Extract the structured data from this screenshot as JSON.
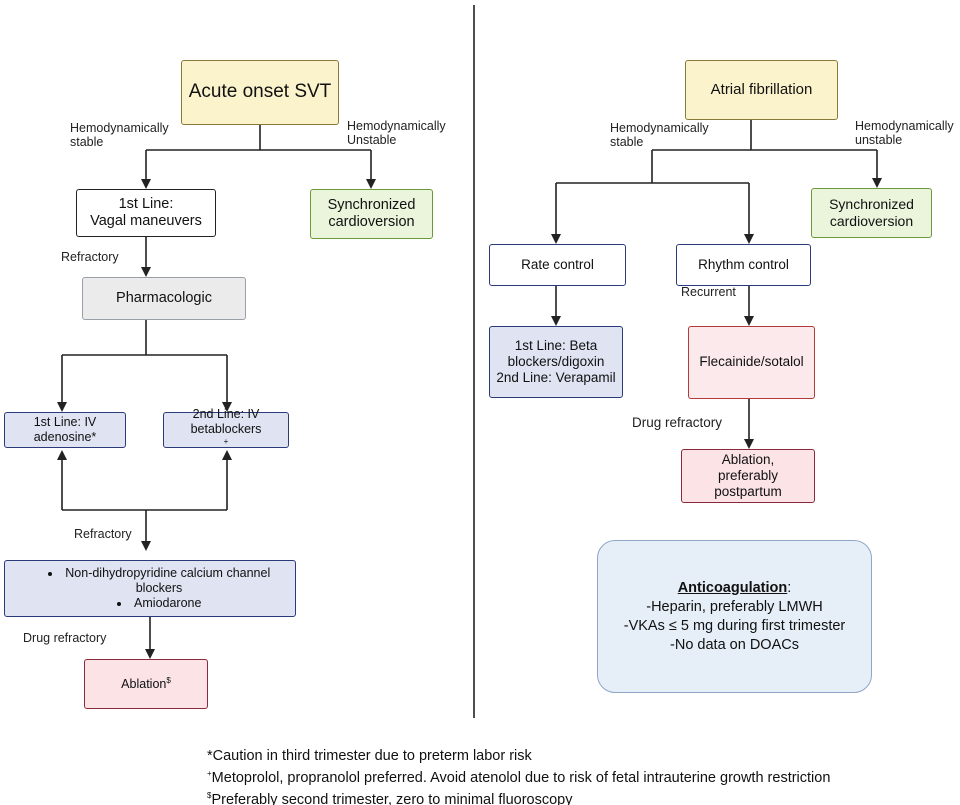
{
  "left": {
    "acute_svt": "Acute onset SVT",
    "hemo_stable": [
      "Hemodynamically",
      "stable"
    ],
    "hemo_unstable": [
      "Hemodynamically",
      "Unstable"
    ],
    "first_line": [
      "1st Line:",
      "Vagal maneuvers"
    ],
    "sync_cardioversion": [
      "Synchronized",
      "cardioversion"
    ],
    "refractory1": "Refractory",
    "pharmacologic": "Pharmacologic",
    "adenosine": [
      "1st Line: IV",
      "adenosine*"
    ],
    "betablockers": [
      "2nd Line: IV",
      "betablockers"
    ],
    "betablockers_mark": "+",
    "refractory2": "Refractory",
    "nondihydro_items": [
      "Non-dihydropyridine calcium channel blockers",
      "Amiodarone"
    ],
    "drug_refractory": "Drug refractory",
    "ablation": "Ablation",
    "ablation_mark": "$"
  },
  "right": {
    "afib": "Atrial fibrillation",
    "hemo_stable": [
      "Hemodynamically",
      "stable"
    ],
    "hemo_unstable": [
      "Hemodynamically",
      "unstable"
    ],
    "sync_cardioversion": [
      "Synchronized",
      "cardioversion"
    ],
    "rate_control": "Rate control",
    "rhythm_control": "Rhythm control",
    "recurrent": "Recurrent",
    "beta_digoxin": [
      "1st Line: Beta",
      "blockers/digoxin",
      "2nd Line: Verapamil"
    ],
    "flecainide": "Flecainide/sotalol",
    "drug_refractory": "Drug refractory",
    "ablation": [
      "Ablation,",
      "preferably",
      "postpartum"
    ]
  },
  "anticoagulation": {
    "title": "Anticoagulation",
    "colon": ":",
    "lines": [
      "-Heparin, preferably LMWH",
      "-VKAs ≤ 5 mg during first trimester",
      "-No data on  DOACs"
    ]
  },
  "footnotes": [
    {
      "mark": "",
      "text": "*Caution in third trimester due to preterm labor risk"
    },
    {
      "mark": "+",
      "text": "Metoprolol, propranolol preferred. Avoid atenolol due to risk of fetal intrauterine growth restriction"
    },
    {
      "mark": "$",
      "text": "Preferably second trimester, zero to minimal fluoroscopy"
    }
  ],
  "colors": {
    "yellow_fill": "#fbf3cc",
    "green_fill": "#eaf5dc",
    "grey_fill": "#ebebeb",
    "blue_fill": "#dfe3f2",
    "pink_fill": "#fbe3e6",
    "anticoag_fill": "#e6eff8"
  }
}
